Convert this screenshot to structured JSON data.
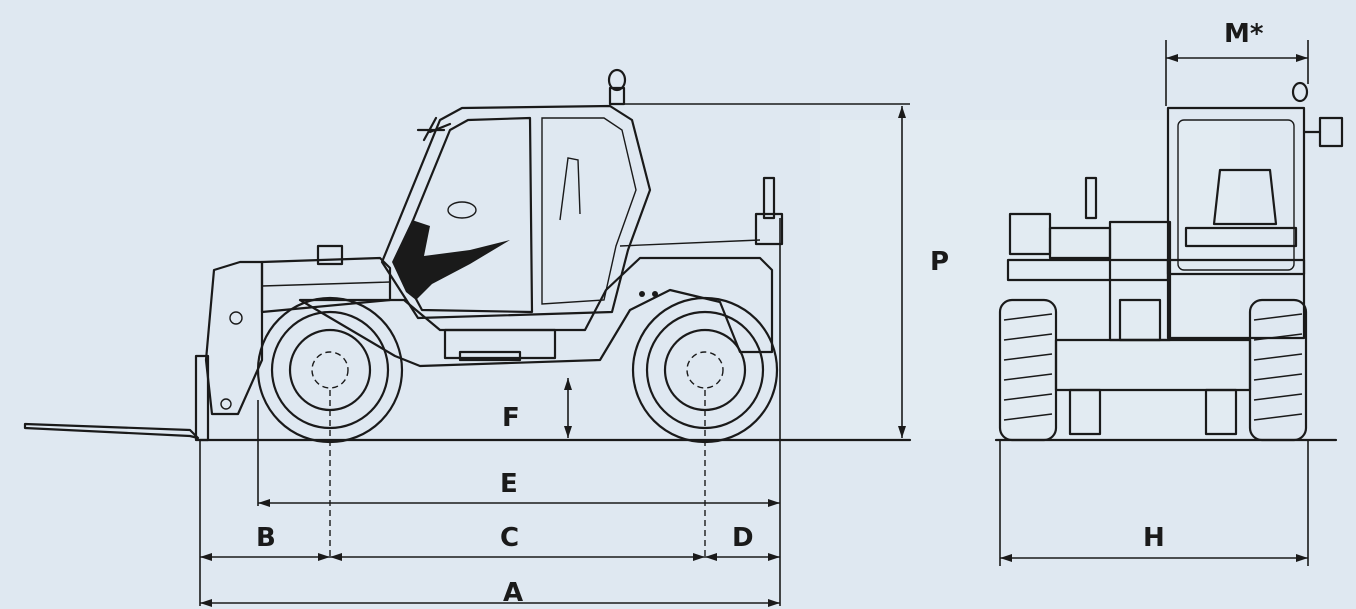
{
  "labels": {
    "A": "A",
    "B": "B",
    "C": "C",
    "D": "D",
    "E": "E",
    "F": "F",
    "H": "H",
    "M": "M*",
    "P": "P"
  },
  "colors": {
    "background": "#dfe8f1",
    "ink": "#1a1a1a"
  },
  "icons": {
    "side_view": "telehandler-side-view",
    "front_view": "telehandler-front-view"
  }
}
